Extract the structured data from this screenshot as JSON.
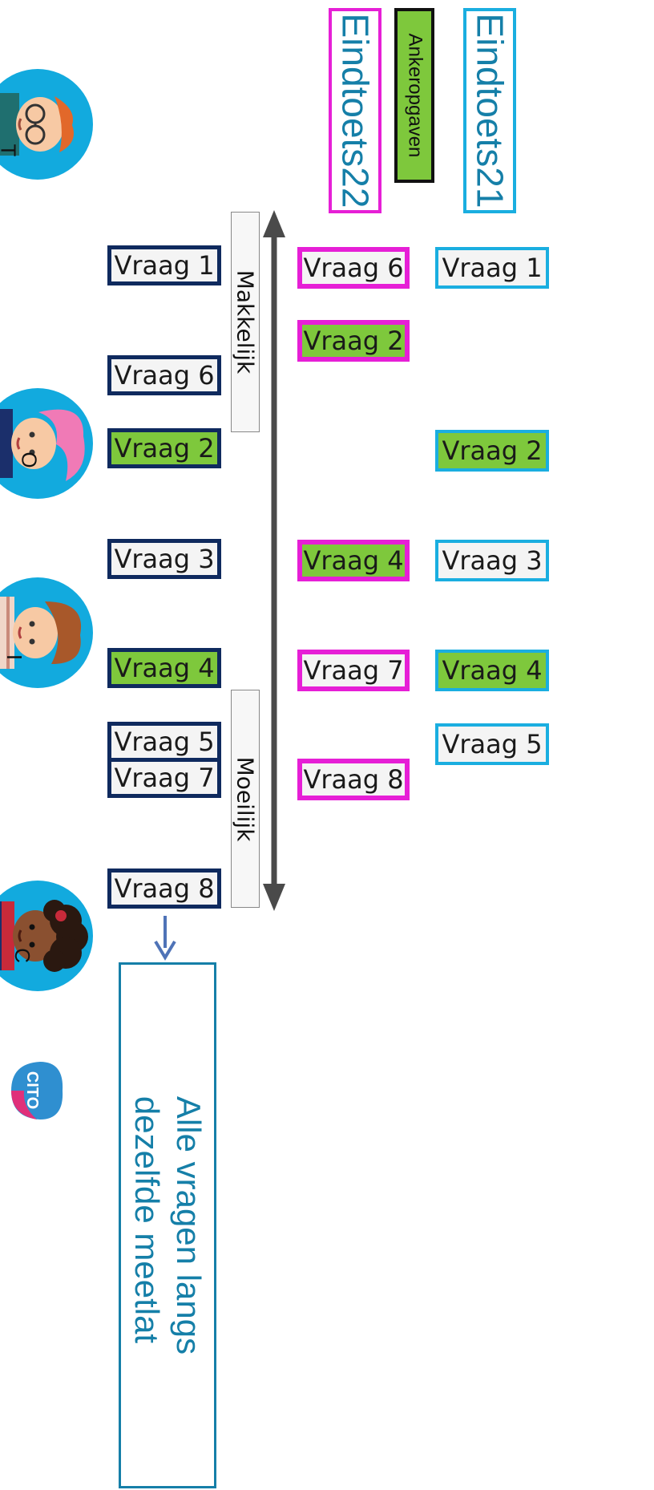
{
  "headers": {
    "eindtoets21": "Eindtoets21",
    "eindtoets22": "Eindtoets22",
    "ankeropgaven": "Ankeropgaven"
  },
  "scale": {
    "easy_label": "Makkelijk",
    "hard_label": "Moeilijk"
  },
  "column_common": [
    {
      "label": "Vraag 1",
      "anchor": false
    },
    {
      "label": "Vraag 6",
      "anchor": false
    },
    {
      "label": "Vraag 2",
      "anchor": true
    },
    {
      "label": "Vraag 3",
      "anchor": false
    },
    {
      "label": "Vraag 4",
      "anchor": true
    },
    {
      "label": "Vraag 5",
      "anchor": false
    },
    {
      "label": "Vraag 7",
      "anchor": false
    },
    {
      "label": "Vraag 8",
      "anchor": false
    }
  ],
  "column_eindtoets22": [
    {
      "label": "Vraag 6",
      "anchor": false
    },
    {
      "label": "Vraag 2",
      "anchor": true
    },
    {
      "label": "Vraag 4",
      "anchor": true
    },
    {
      "label": "Vraag 7",
      "anchor": false
    },
    {
      "label": "Vraag 8",
      "anchor": false
    }
  ],
  "column_eindtoets21": [
    {
      "label": "Vraag 1",
      "anchor": false
    },
    {
      "label": "Vraag 2",
      "anchor": true
    },
    {
      "label": "Vraag 3",
      "anchor": false
    },
    {
      "label": "Vraag 4",
      "anchor": true
    },
    {
      "label": "Vraag 5",
      "anchor": false
    }
  ],
  "avatars": [
    {
      "letter": "T"
    },
    {
      "letter": "O"
    },
    {
      "letter": "I"
    },
    {
      "letter": "C"
    }
  ],
  "conclusion": {
    "line1": "Alle vragen langs",
    "line2": "dezelfde meetlat"
  },
  "logo": {
    "text": "CITO"
  },
  "colors": {
    "navy": "#0f2a5e",
    "magenta": "#e61fd6",
    "cyan": "#1aaee0",
    "anchor_green": "#7ec83c",
    "title_blue": "#157fa8"
  }
}
